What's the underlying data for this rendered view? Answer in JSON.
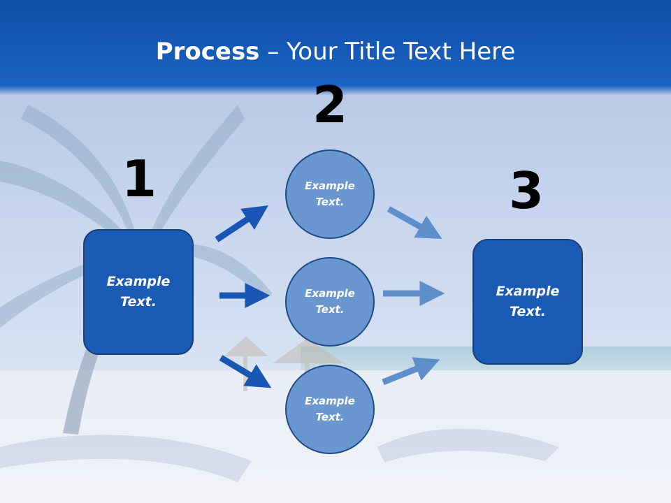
{
  "slide": {
    "title_bold": "Process",
    "title_rest": " – Your Title Text Here"
  },
  "steps": [
    {
      "number": "1",
      "text": "Example\nText."
    },
    {
      "number": "2",
      "text": "Example\nText."
    },
    {
      "number": "3",
      "text": "Example\nText."
    }
  ],
  "circles": [
    {
      "text": "Example\nText."
    },
    {
      "text": "Example\nText."
    },
    {
      "text": "Example\nText."
    }
  ],
  "colors": {
    "title_band": "#1558b8",
    "box_fill": "#1a5bb5",
    "circle_fill": "#6a97cf",
    "arrow_dark": "#1a56b3",
    "arrow_light": "#5e8fcb"
  }
}
